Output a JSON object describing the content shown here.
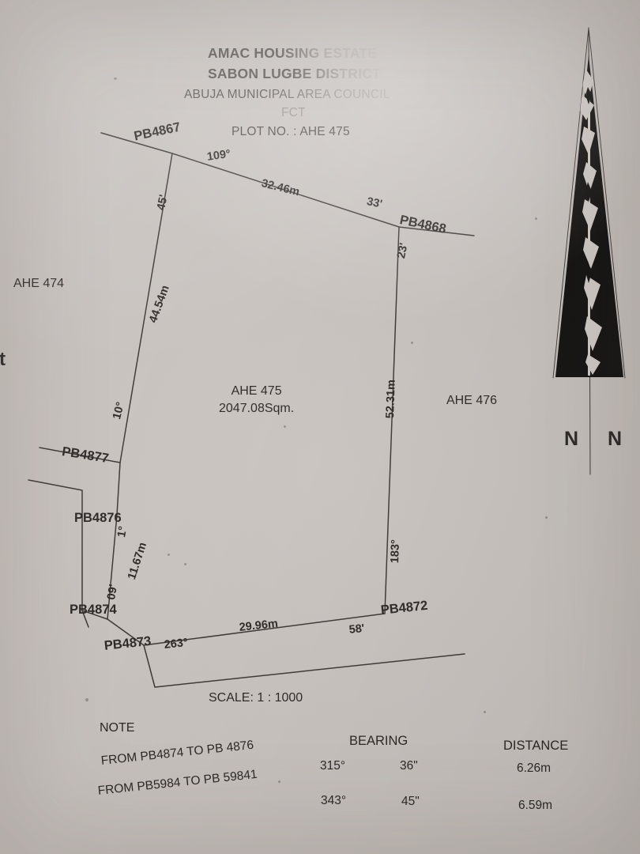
{
  "document": {
    "type": "cadastral-survey-plan",
    "title_lines": [
      "AMAC HOUSING ESTATE",
      "SABON LUGBE DISTRICT",
      "ABUJA MUNICIPAL AREA COUNCIL",
      "FCT"
    ],
    "plot_no_label": "PLOT NO. : AHE 475",
    "scale": "SCALE: 1 : 1000"
  },
  "parcel": {
    "name": "AHE 475",
    "area": "2047.08Sqm."
  },
  "neighbours": {
    "left": "AHE 474",
    "right": "AHE 476",
    "left_edge_fragment": "t"
  },
  "beacons": {
    "pb4867": "PB4867",
    "pb4868": "PB4868",
    "pb4872": "PB4872",
    "pb4873": "PB4873",
    "pb4874": "PB4874",
    "pb4876": "PB4876",
    "pb4877": "PB4877"
  },
  "bearings": {
    "north_deg": "109°",
    "north_min": "45'",
    "north_sec": "33'",
    "east_min": "23'",
    "east_deg": "183°",
    "south_min": "58'",
    "southwest_deg": "263°",
    "west_deg": "10°",
    "west_min_1": "1°",
    "west_min_2": "09'"
  },
  "distances": {
    "north": "32.46m",
    "east": "52.31m",
    "south": "29.96m",
    "west": "44.54m",
    "west_short": "11.67m"
  },
  "compass": {
    "label_left": "N",
    "label_right": "N",
    "icon": "north-arrow-icon"
  },
  "note_table": {
    "note_heading": "NOTE",
    "bearing_heading": "BEARING",
    "distance_heading": "DISTANCE",
    "rows": [
      {
        "from_to": "FROM PB4874 TO PB 4876",
        "bearing_deg": "315°",
        "bearing_sec": "36\"",
        "distance": "6.26m"
      },
      {
        "from_to": "FROM PB5984 TO PB 59841",
        "bearing_deg": "343°",
        "bearing_sec": "45\"",
        "distance": "6.59m"
      }
    ]
  },
  "colors": {
    "paper": "#cac4c0",
    "ink": "#2a2624",
    "faded_ink": "#55504d",
    "arrow_fill": "#121110"
  }
}
